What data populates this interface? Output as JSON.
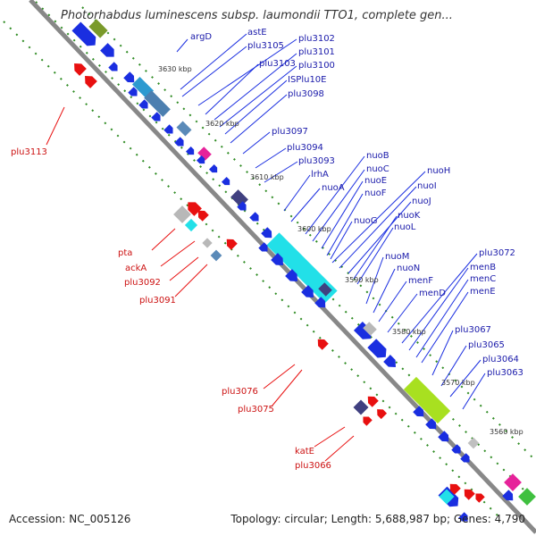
{
  "header": {
    "title": "Photorhabdus luminescens subsp. laumondii TTO1, complete gen..."
  },
  "footer": {
    "accession": "Accession: NC_005126",
    "summary": "Topology: circular; Length: 5,688,987 bp; Genes: 4,790"
  },
  "colors": {
    "forward": "#1a2ee0",
    "reverse": "#e81010",
    "backbone": "#888888",
    "tick": "#2e8b22"
  },
  "kbp_ticks": [
    "3630 kbp",
    "3620 kbp",
    "3610 kbp",
    "3600 kbp",
    "3590 kbp",
    "3580 kbp",
    "3570 kbp",
    "3560 kbp"
  ],
  "forward_labels": [
    "argD",
    "astE",
    "plu3105",
    "plu3102",
    "plu3103",
    "plu3101",
    "plu3100",
    "ISPlu10E",
    "plu3098",
    "plu3097",
    "plu3094",
    "plu3093",
    "lrhA",
    "nuoA",
    "nuoB",
    "nuoC",
    "nuoE",
    "nuoF",
    "nuoH",
    "nuoI",
    "nuoJ",
    "nuoK",
    "nuoG",
    "nuoL",
    "nuoM",
    "nuoN",
    "menF",
    "menD",
    "plu3072",
    "menB",
    "menC",
    "menE",
    "plu3067",
    "plu3065",
    "plu3064",
    "plu3063"
  ],
  "reverse_labels": [
    "plu3113",
    "pta",
    "ackA",
    "plu3092",
    "plu3091",
    "plu3076",
    "plu3075",
    "katE",
    "plu3066"
  ]
}
